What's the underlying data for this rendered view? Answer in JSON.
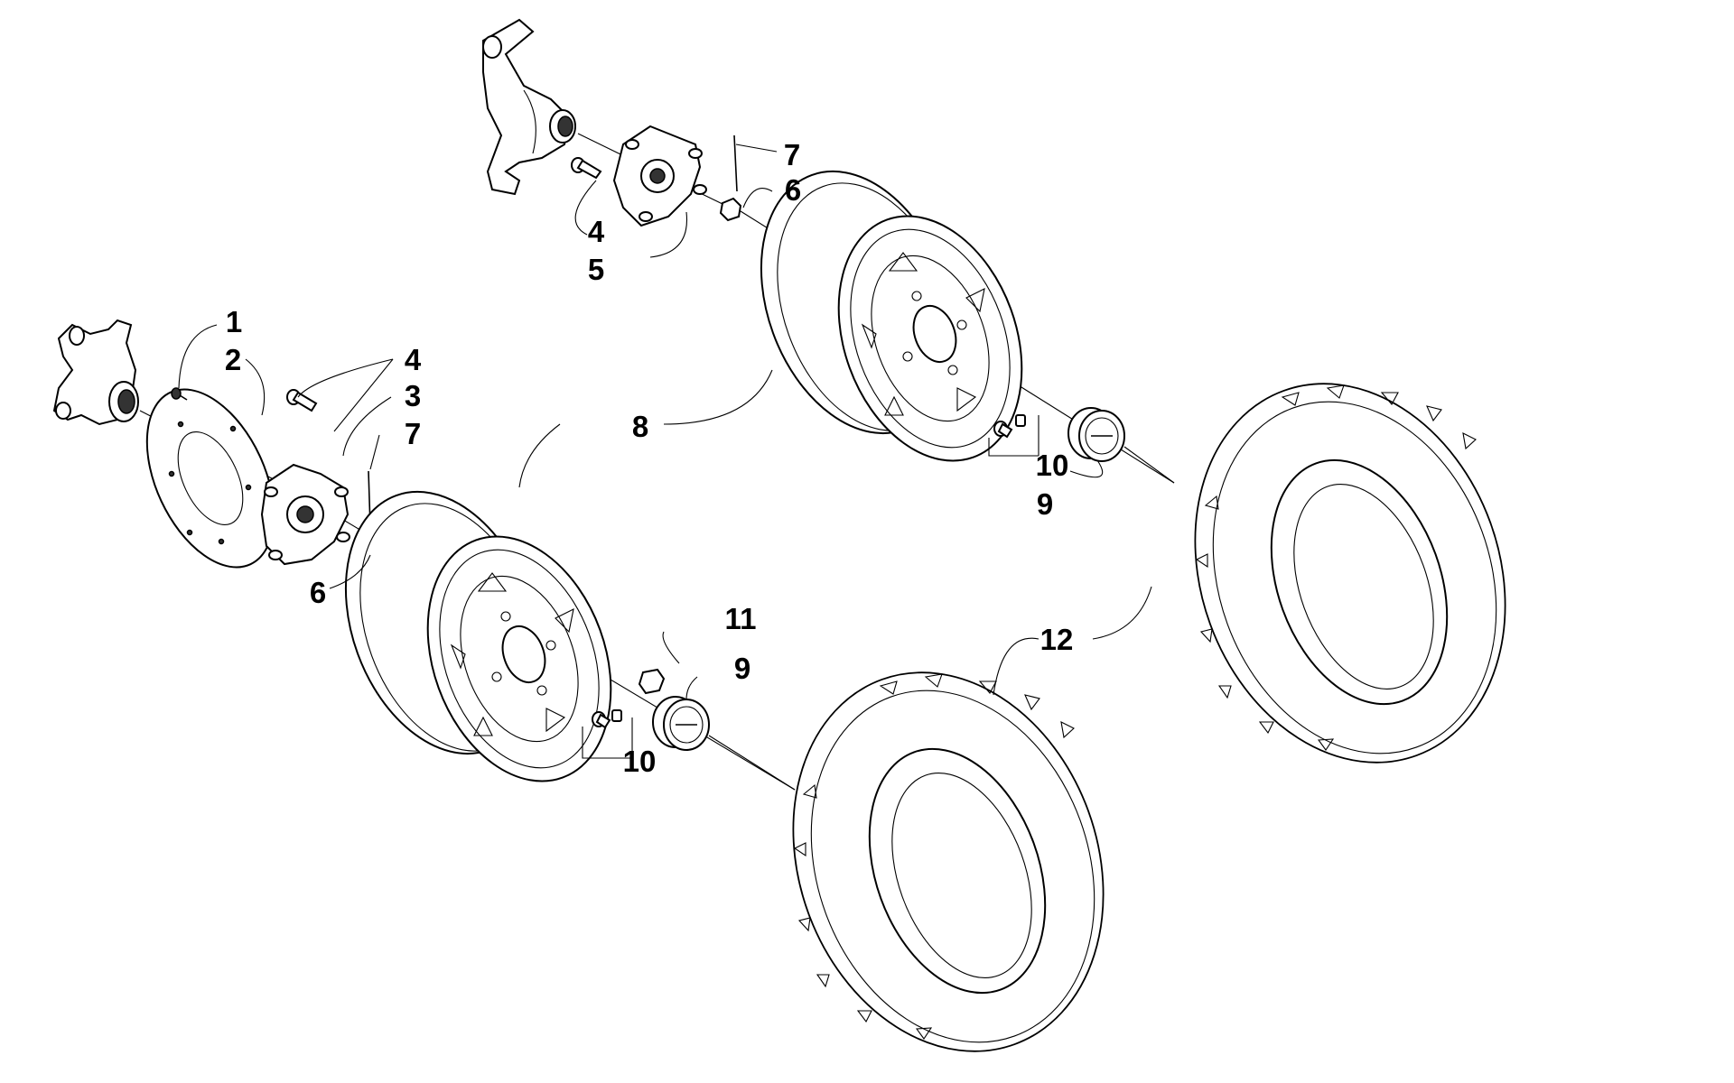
{
  "callouts": [
    {
      "id": "c1",
      "label": "1"
    },
    {
      "id": "c2",
      "label": "2"
    },
    {
      "id": "c3",
      "label": "3"
    },
    {
      "id": "c4a",
      "label": "4"
    },
    {
      "id": "c4b",
      "label": "4"
    },
    {
      "id": "c5",
      "label": "5"
    },
    {
      "id": "c6a",
      "label": "6"
    },
    {
      "id": "c6b",
      "label": "6"
    },
    {
      "id": "c7a",
      "label": "7"
    },
    {
      "id": "c7b",
      "label": "7"
    },
    {
      "id": "c8",
      "label": "8"
    },
    {
      "id": "c9a",
      "label": "9"
    },
    {
      "id": "c9b",
      "label": "9"
    },
    {
      "id": "c10a",
      "label": "10"
    },
    {
      "id": "c10b",
      "label": "10"
    },
    {
      "id": "c11",
      "label": "11"
    },
    {
      "id": "c12",
      "label": "12"
    }
  ]
}
